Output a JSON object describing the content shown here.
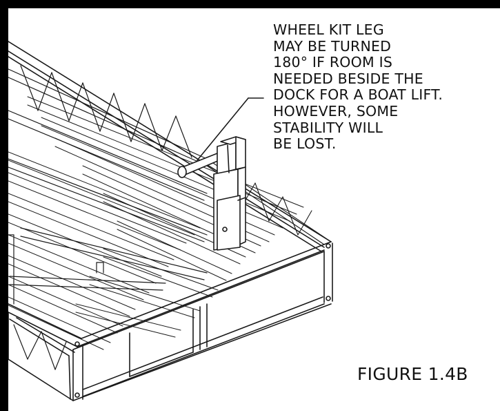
{
  "callout": {
    "lines": [
      "WHEEL KIT LEG",
      "MAY BE TURNED",
      "180° IF ROOM IS",
      "NEEDED BESIDE THE",
      "DOCK FOR A BOAT LIFT.",
      "HOWEVER, SOME",
      "STABILITY WILL",
      "BE LOST."
    ]
  },
  "figure": {
    "label": "FIGURE 1.4B"
  },
  "colors": {
    "line": "#1a1a1a",
    "frame": "#000000",
    "paper": "#ffffff"
  }
}
